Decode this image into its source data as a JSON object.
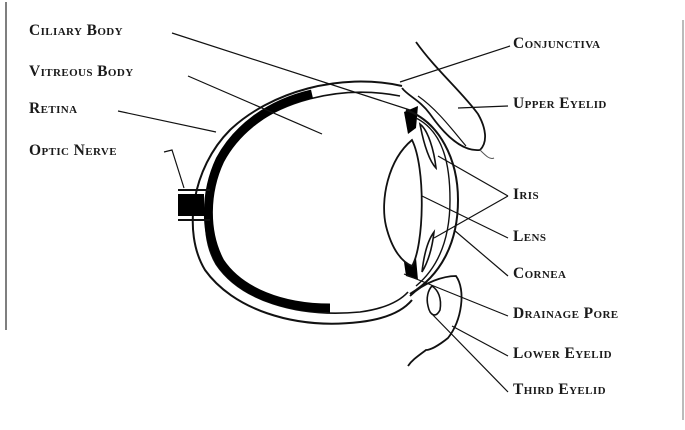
{
  "diagram": {
    "labels": {
      "ciliary_body": "Ciliary Body",
      "vitreous_body": "Vitreous Body",
      "retina": "Retina",
      "optic_nerve": "Optic Nerve",
      "conjunctiva": "Conjunctiva",
      "upper_eyelid": "Upper Eyelid",
      "iris": "Iris",
      "lens": "Lens",
      "cornea": "Cornea",
      "drainage_pore": "Drainage Pore",
      "lower_eyelid": "Lower Eyelid",
      "third_eyelid": "Third Eyelid"
    }
  }
}
